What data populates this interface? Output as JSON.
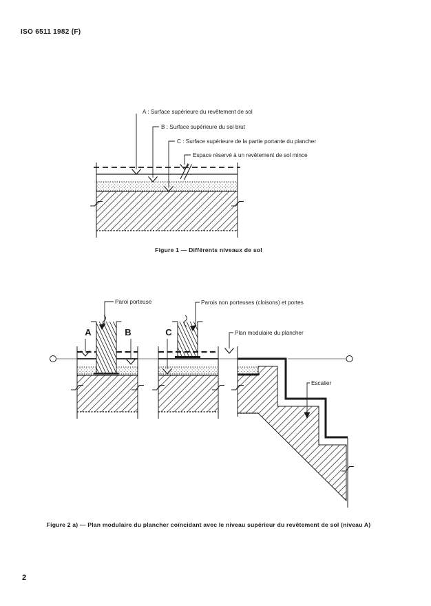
{
  "colors": {
    "ink": "#1b1b1b",
    "paper": "#ffffff"
  },
  "header": {
    "title": "ISO 6511 1982 (F)"
  },
  "page_number": "2",
  "figure1": {
    "caption": "Figure 1 — Différents niveaux de sol",
    "labels": {
      "level_a": "A : Surface supérieure du revêtement de sol",
      "level_b": "B : Surface supérieure du sol brut",
      "level_c": "C : Surface supérieure de la partie portante du plancher",
      "espace": "Espace réservé à un revêtement de sol mince"
    }
  },
  "figure2": {
    "caption": "Figure 2 a) — Plan modulaire du plancher coïncidant avec le niveau supérieur du revêtement de sol (niveau A)",
    "labels": {
      "paroi_porteuse": "Paroi porteuse",
      "parois_non_porteuses": "Parois non porteuses (cloisons) et portes",
      "plan_modulaire": "Plan modulaire du plancher",
      "escalier": "Escalier",
      "letter_a": "A",
      "letter_b": "B",
      "letter_c": "C"
    }
  }
}
